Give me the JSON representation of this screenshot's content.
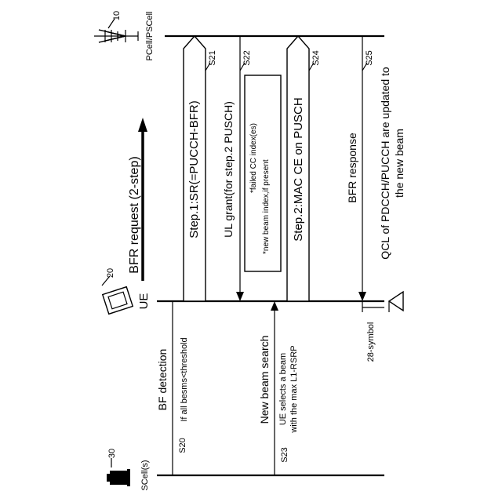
{
  "entities": {
    "pcell_ref": "10",
    "pcell_label": "PCell/PSCell",
    "ue_ref": "20",
    "ue_label": "UE",
    "scell_ref": "30",
    "scell_label": "SCell(s)"
  },
  "title": "BFR request (2-step)",
  "steps": {
    "s20": {
      "ref": "S20",
      "title": "BF detection",
      "note": "If all besms<threshold"
    },
    "s21": {
      "ref": "S21",
      "label": "Step.1:SR(=PUCCH-BFR)"
    },
    "s22": {
      "ref": "S22",
      "label": "UL  grant(for step.2 PUSCH)"
    },
    "s23": {
      "ref": "S23",
      "title": "New beam search",
      "note_line1": "UE selects a beam",
      "note_line2": "with the max L1-RSRP"
    },
    "s24": {
      "ref": "S24",
      "label": "Step.2:MAC CE on PUSCH",
      "content_line1": "*failed CC index(es)",
      "content_line2": "*new beam index,if present"
    },
    "s25": {
      "ref": "S25",
      "label": "BFR response"
    },
    "qcl_line1": "QCL of PDCCH/PUCCH are updated to",
    "qcl_line2": "the new beam",
    "symbol_label": "28-symbol"
  }
}
